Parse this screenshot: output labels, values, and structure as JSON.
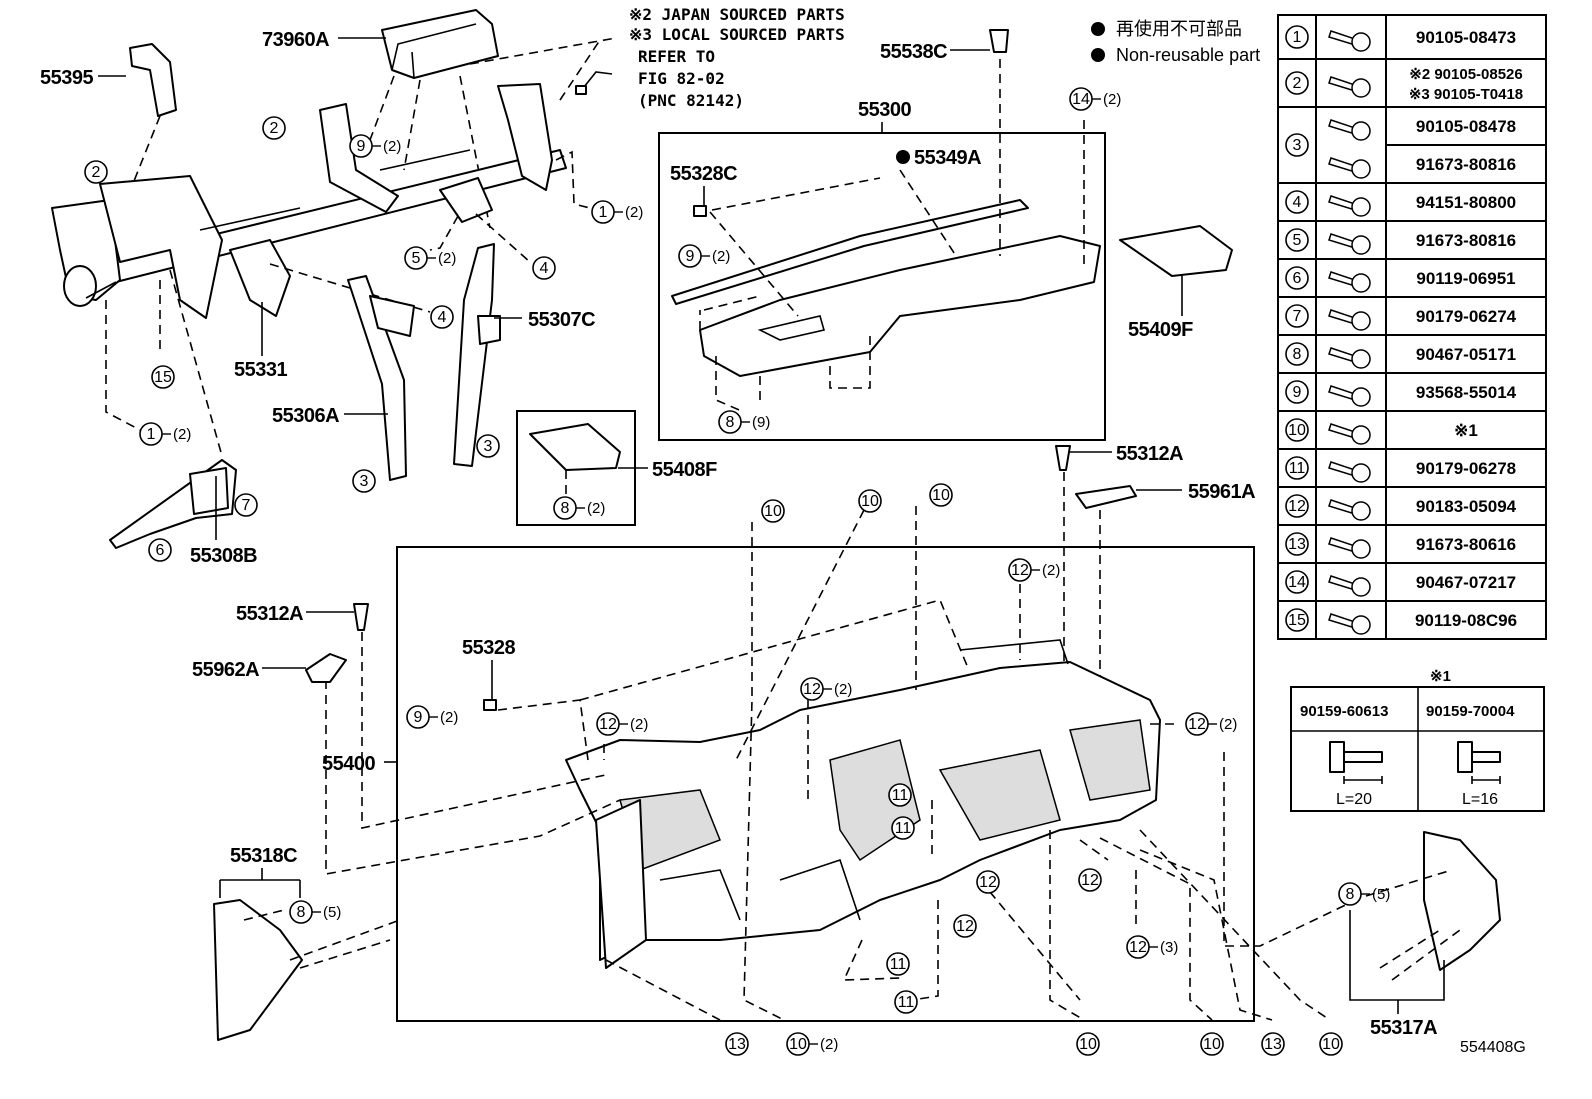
{
  "notes": {
    "japan": "※2 JAPAN SOURCED PARTS",
    "local": "※3 LOCAL SOURCED PARTS",
    "refer1": "REFER TO",
    "refer2": "FIG 82-02",
    "refer3": "(PNC 82142)"
  },
  "legend": {
    "jp": "再使用不可部品",
    "en": "Non-reusable part"
  },
  "parts": {
    "p73960A": "73960A",
    "p55395": "55395",
    "p55538C": "55538C",
    "p55300": "55300",
    "p55328C": "55328C",
    "p55349A": "55349A",
    "p55409F": "55409F",
    "p55331": "55331",
    "p55307C": "55307C",
    "p55306A": "55306A",
    "p55408F": "55408F",
    "p55308B": "55308B",
    "p55312A_top": "55312A",
    "p55961A": "55961A",
    "p55312A_left": "55312A",
    "p55962A": "55962A",
    "p55328": "55328",
    "p55400": "55400",
    "p55318C": "55318C",
    "p55317A": "55317A",
    "fig": "554408G"
  },
  "qty": {
    "q2": "(2)",
    "q3": "(3)",
    "q5": "(5)",
    "q9": "(9)"
  },
  "table": {
    "rows": [
      {
        "n": "1",
        "pn": "90105-08473"
      },
      {
        "n": "2",
        "pn": "※2 90105-08526",
        "pn2": "※3 90105-T0418"
      },
      {
        "n": "3",
        "pn": "90105-08478",
        "pn2": "91673-80816"
      },
      {
        "n": "4",
        "pn": "94151-80800"
      },
      {
        "n": "5",
        "pn": "91673-80816"
      },
      {
        "n": "6",
        "pn": "90119-06951"
      },
      {
        "n": "7",
        "pn": "90179-06274"
      },
      {
        "n": "8",
        "pn": "90467-05171"
      },
      {
        "n": "9",
        "pn": "93568-55014"
      },
      {
        "n": "10",
        "pn": "※1"
      },
      {
        "n": "11",
        "pn": "90179-06278"
      },
      {
        "n": "12",
        "pn": "90183-05094"
      },
      {
        "n": "13",
        "pn": "91673-80616"
      },
      {
        "n": "14",
        "pn": "90467-07217"
      },
      {
        "n": "15",
        "pn": "90119-08C96"
      }
    ],
    "sub_title": "※1",
    "sub_a": "90159-60613",
    "sub_b": "90159-70004",
    "sub_la": "L=20",
    "sub_lb": "L=16"
  }
}
